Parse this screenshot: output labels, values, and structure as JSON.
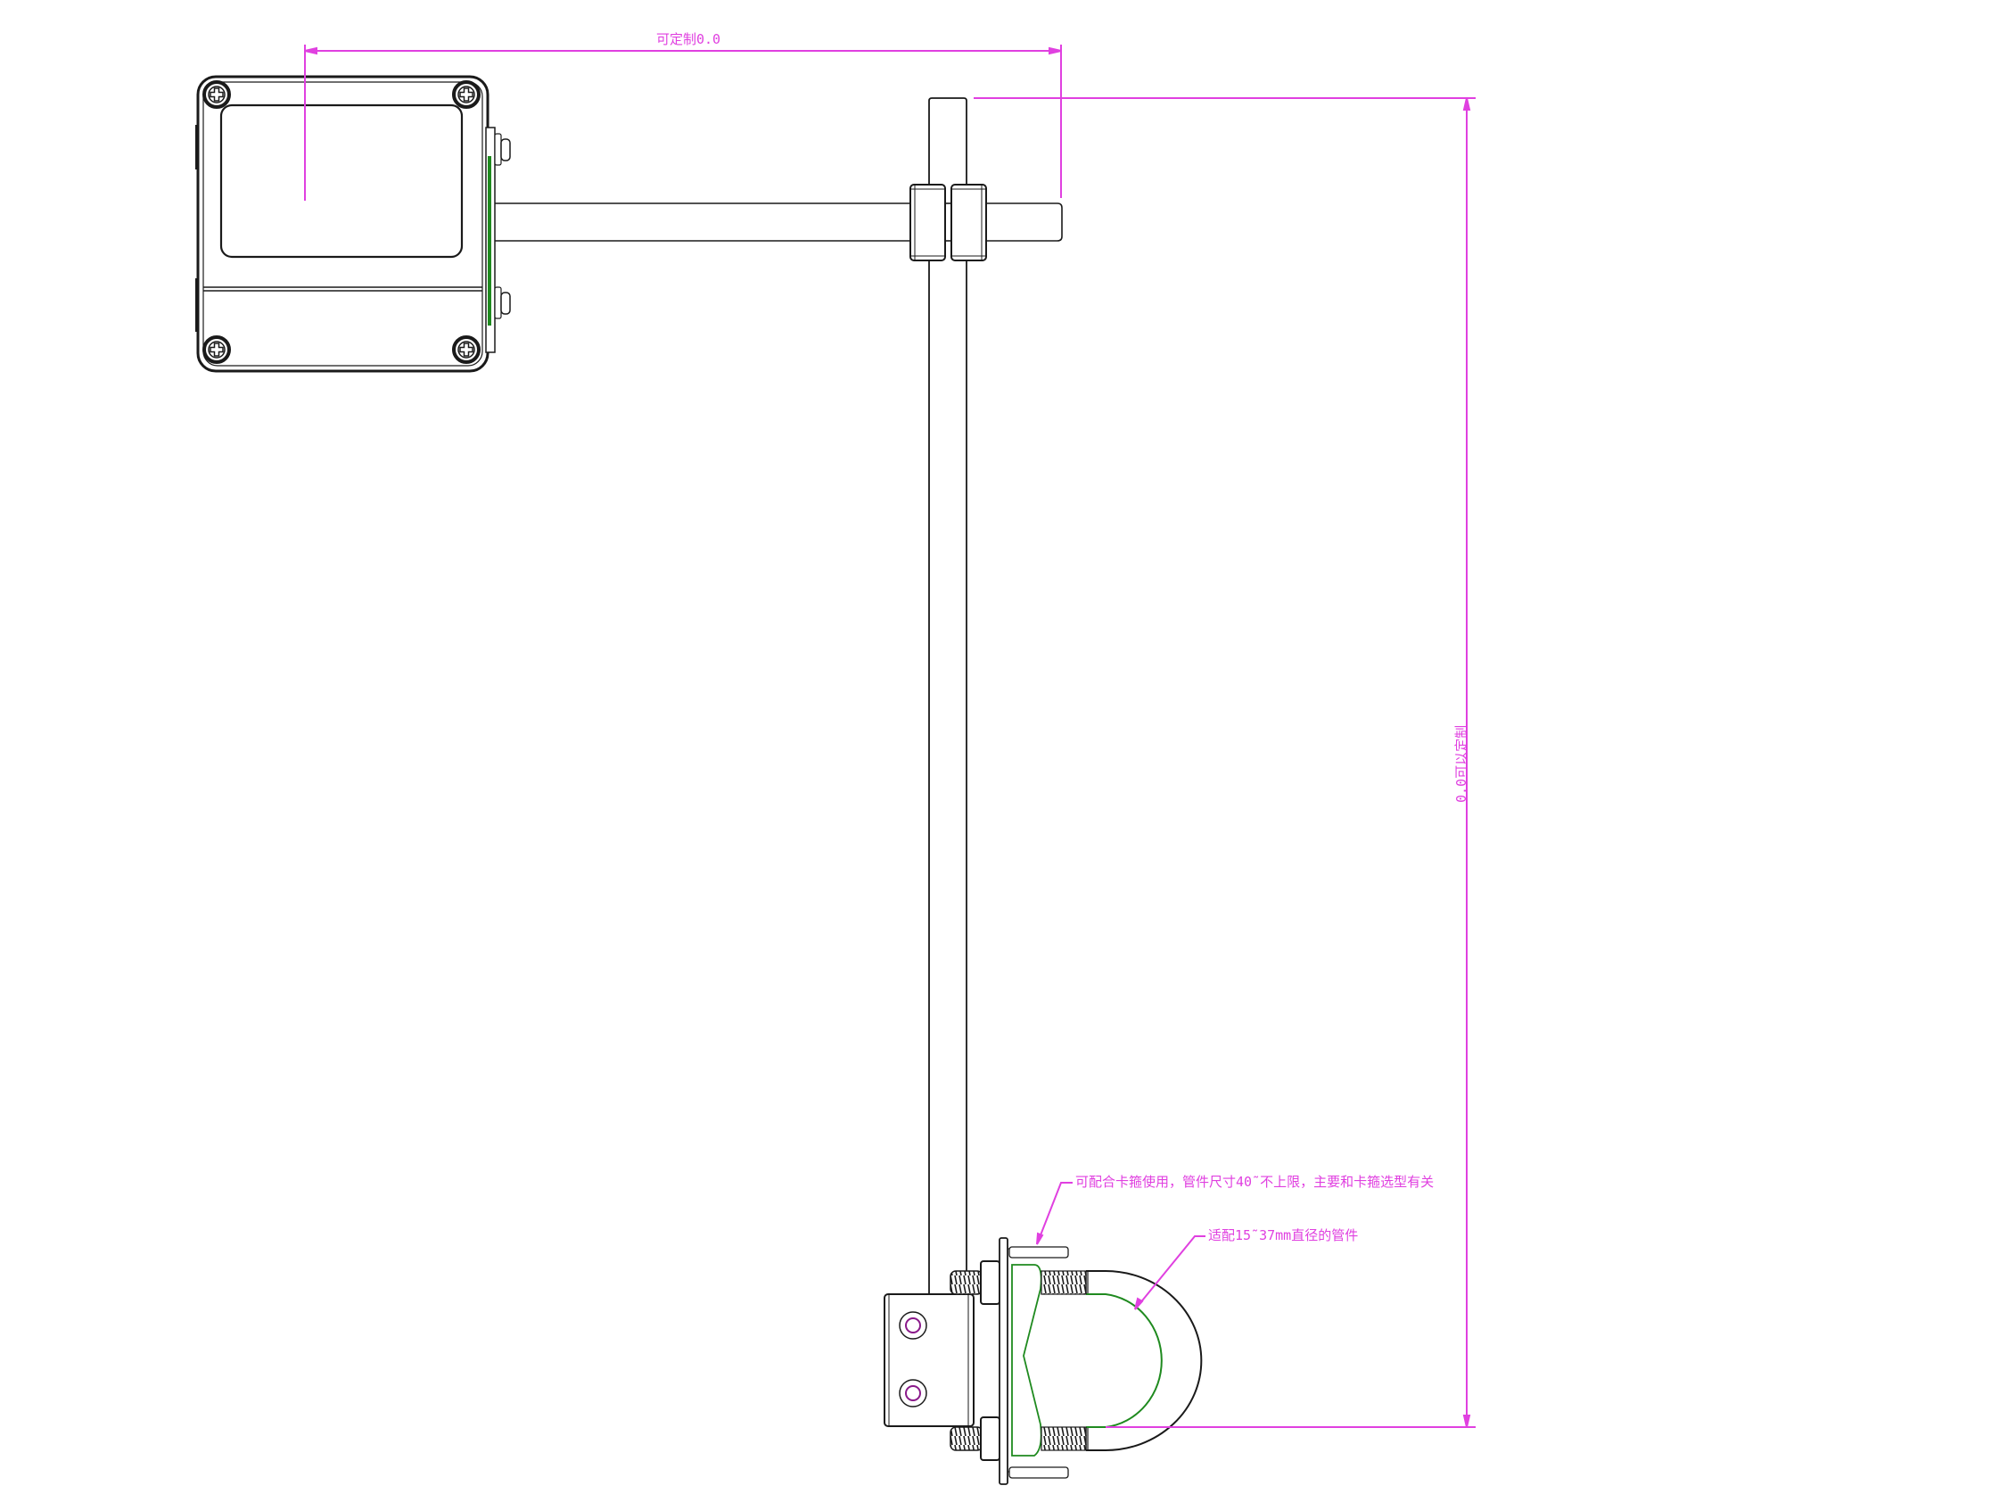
{
  "drawing": {
    "type": "mechanical-mounting-drawing",
    "colors": {
      "outline": "#1a1a1a",
      "dimension": "#e040e0",
      "highlight": "#1f8a1f",
      "bolt_hole": "#8a1a8a",
      "background": "#ffffff"
    },
    "dimensions": {
      "horizontal_label": "可定制0.0",
      "vertical_label": "0.0可以定制"
    },
    "annotations": [
      {
        "id": "clamp-note",
        "text": "可配合卡箍使用，管件尺寸40˜不上限，主要和卡箍选型有关"
      },
      {
        "id": "pipe-note",
        "text": "适配15˜37mm直径的管件"
      }
    ],
    "components": {
      "enclosure": "sensor-enclosure-box",
      "horizontal_arm": "horizontal-arm-tube",
      "vertical_pole": "vertical-pole-tube",
      "pole_clamps": "cross-clamp-pair",
      "base_bracket": "mounting-bracket",
      "u_bolt": "u-bolt-clamp"
    }
  }
}
